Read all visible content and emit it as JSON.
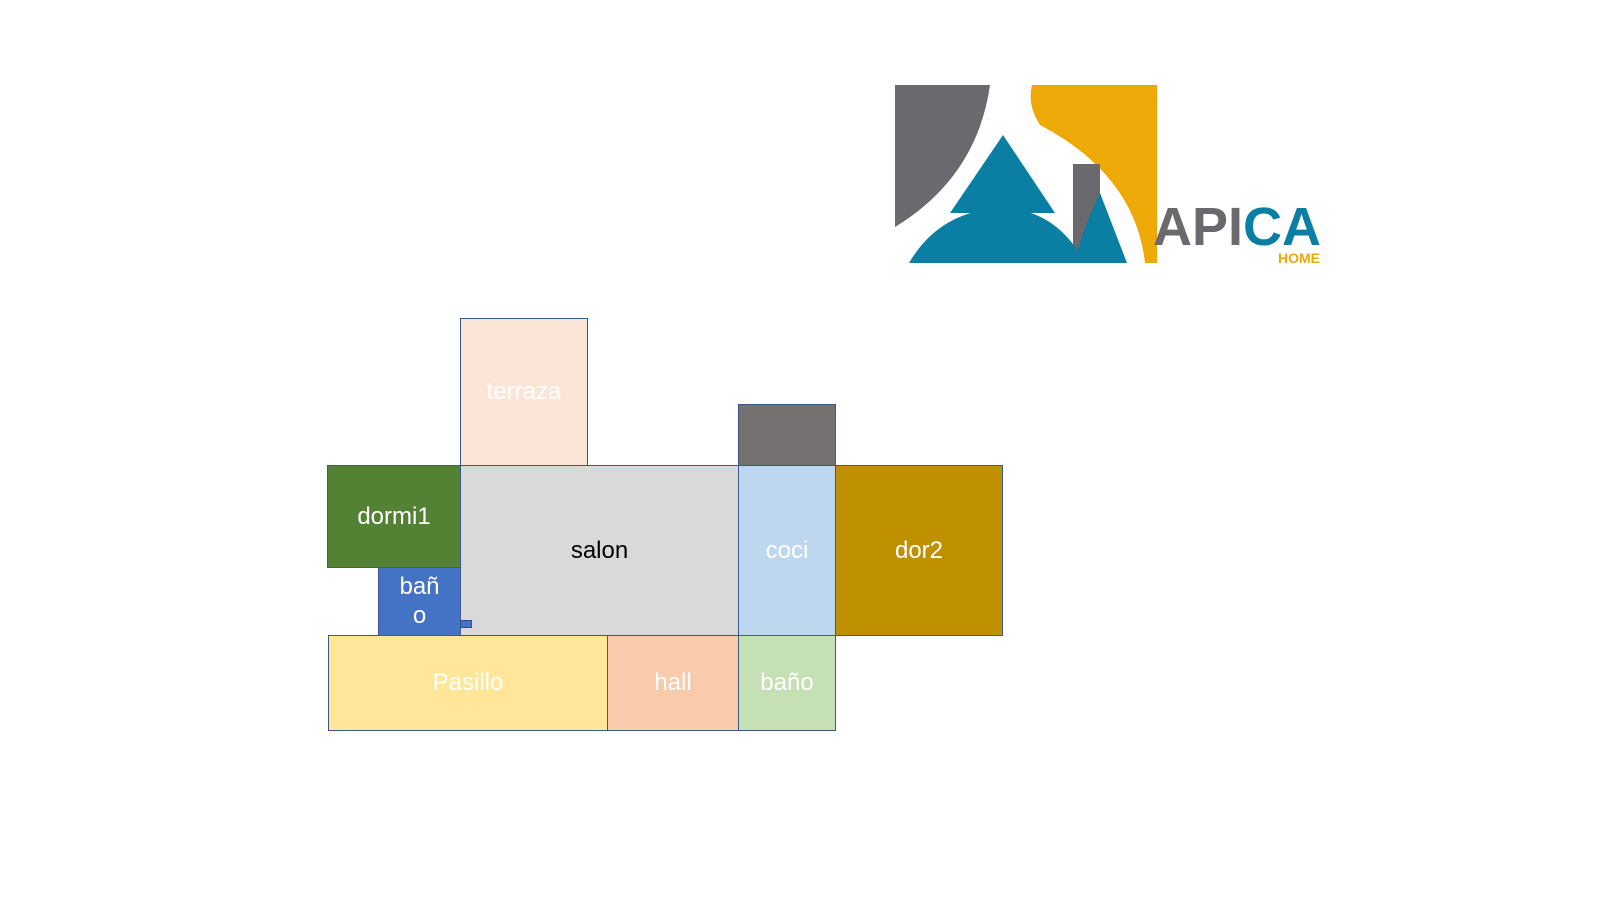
{
  "logo": {
    "brand_name": "APICA",
    "brand_sub": "HOME",
    "colors": {
      "gray": "#6a696e",
      "gold": "#eca908",
      "teal": "#0b7ea3"
    }
  },
  "floorplan": {
    "rooms": [
      {
        "id": "terraza",
        "label": "terraza",
        "fill": "#fbe5d6",
        "text": "#ffffff"
      },
      {
        "id": "closet",
        "label": "",
        "fill": "#767171",
        "text": "#ffffff"
      },
      {
        "id": "dormi1",
        "label": "dormi1",
        "fill": "#548235",
        "text": "#ffffff"
      },
      {
        "id": "salon",
        "label": "salon",
        "fill": "#d9d9d9",
        "text": "#000000"
      },
      {
        "id": "coci",
        "label": "coci",
        "fill": "#bdd7ee",
        "text": "#ffffff"
      },
      {
        "id": "dor2",
        "label": "dor2",
        "fill": "#bf9000",
        "text": "#ffffff"
      },
      {
        "id": "bano-small",
        "label_line1": "bañ",
        "label_line2": "o",
        "fill": "#4472c4",
        "text": "#ffffff"
      },
      {
        "id": "pasillo",
        "label": "Pasillo",
        "fill": "#ffe699",
        "text": "#ffffff"
      },
      {
        "id": "hall",
        "label": "hall",
        "fill": "#f8cbad",
        "text": "#ffffff"
      },
      {
        "id": "bano",
        "label": "baño",
        "fill": "#c5e0b4",
        "text": "#ffffff"
      }
    ]
  }
}
